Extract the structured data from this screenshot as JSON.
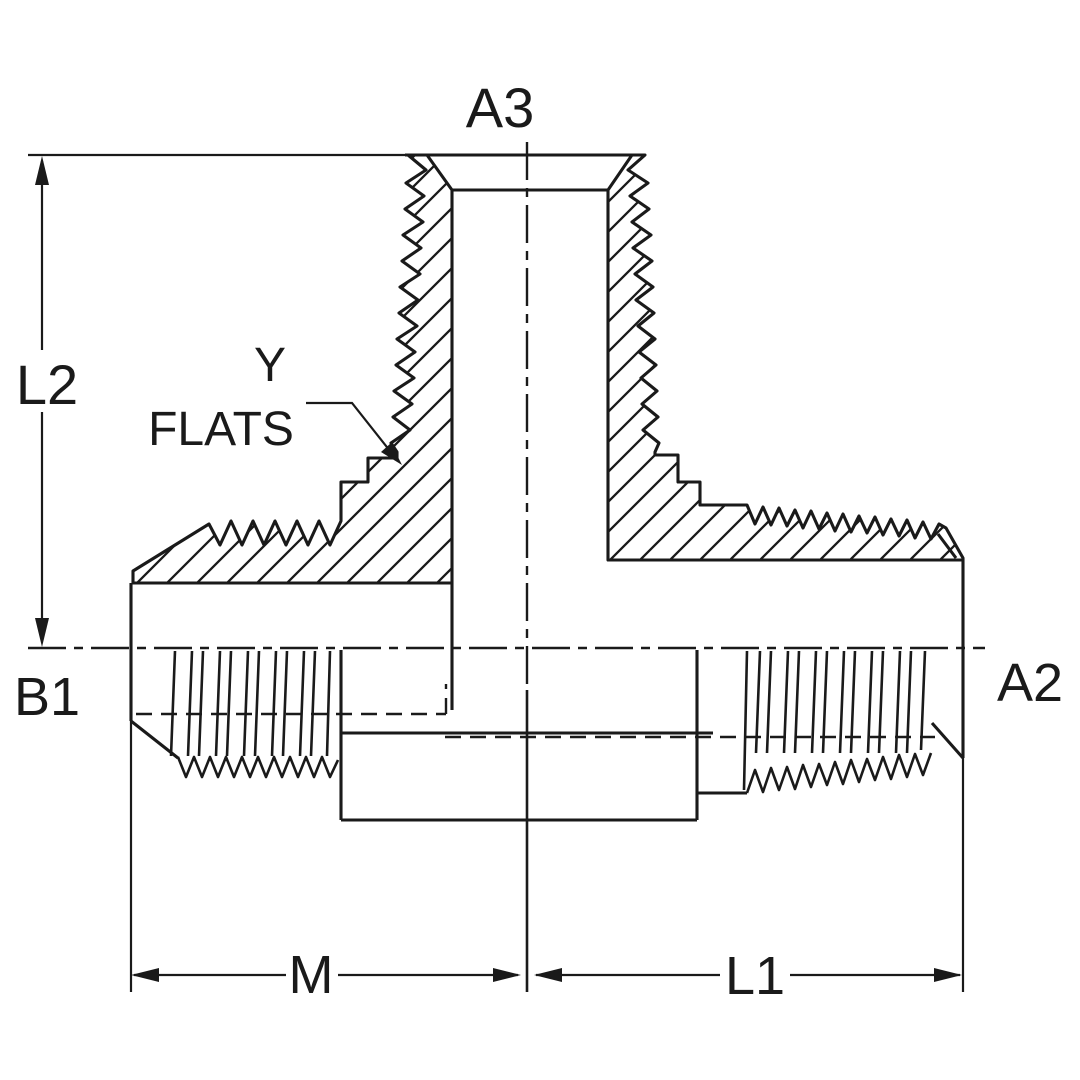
{
  "labels": {
    "branch_port": "A3",
    "height_dim": "L2",
    "flats_callout_line1": "Y",
    "flats_callout_line2": "FLATS",
    "left_port": "B1",
    "right_port": "A2",
    "left_length_dim": "M",
    "right_length_dim": "L1"
  },
  "colors": {
    "line": "#1a1a1a",
    "background": "#ffffff"
  }
}
